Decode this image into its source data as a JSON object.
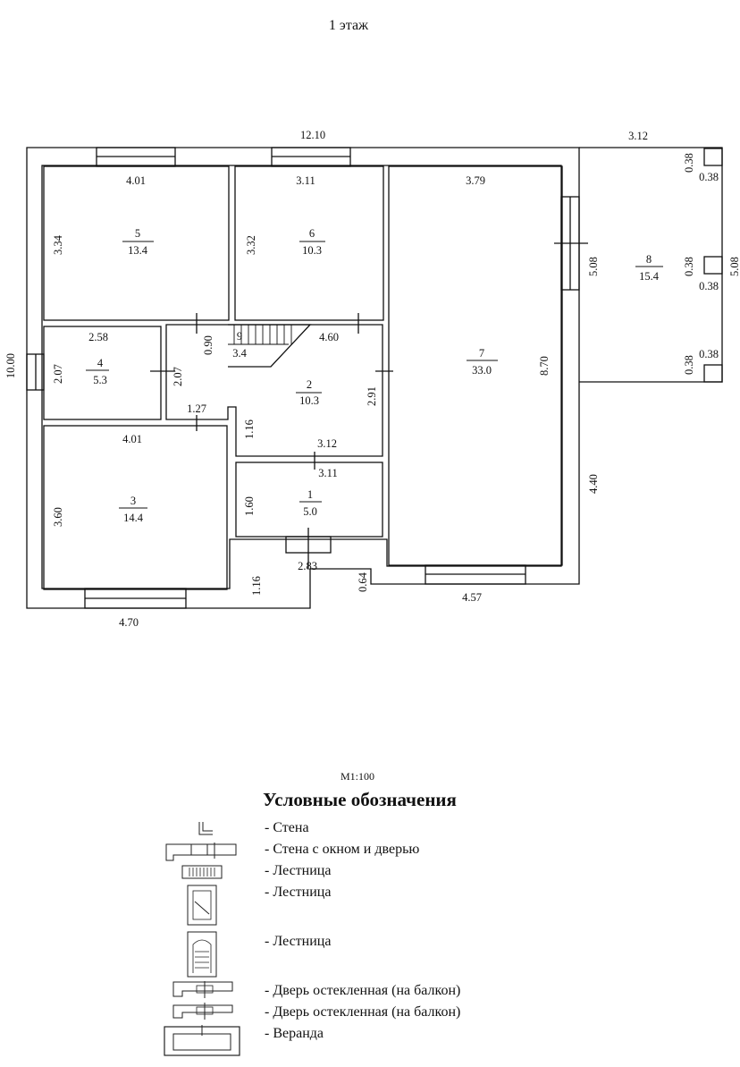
{
  "title": "1 этаж",
  "scale": "М1:100",
  "legend": {
    "title": "Условные обозначения",
    "items": [
      {
        "icon": "wall-icon",
        "label": "- Стена"
      },
      {
        "icon": "wall-window-door-icon",
        "label": "- Стена с окном и дверью"
      },
      {
        "icon": "stair-icon",
        "label": "- Лестница"
      },
      {
        "icon": "stair-icon",
        "label": "- Лестница"
      },
      {
        "icon": "stair-icon",
        "label": "- Лестница"
      },
      {
        "icon": "glazed-door-icon",
        "label": "- Дверь остекленная (на балкон)"
      },
      {
        "icon": "glazed-door-icon",
        "label": "- Дверь остекленная (на балкон)"
      },
      {
        "icon": "veranda-icon",
        "label": "- Веранда"
      }
    ]
  },
  "rooms": [
    {
      "number": "1",
      "area": "5.0"
    },
    {
      "number": "2",
      "area": "10.3"
    },
    {
      "number": "3",
      "area": "14.4"
    },
    {
      "number": "4",
      "area": "5.3"
    },
    {
      "number": "5",
      "area": "13.4"
    },
    {
      "number": "6",
      "area": "10.3"
    },
    {
      "number": "7",
      "area": "33.0"
    },
    {
      "number": "8",
      "area": "15.4"
    },
    {
      "number": "9",
      "area": "3.4"
    }
  ],
  "dimensions": {
    "overall_width": "12.10",
    "veranda_width": "3.12",
    "overall_height": "10.00",
    "room5_width": "4.01",
    "room5_height": "3.34",
    "room6_width": "3.11",
    "room6_height": "3.32",
    "room7_width": "3.79",
    "room7_height": "8.70",
    "room7_window_h": "5.08",
    "veranda_height": "5.08",
    "post_a": "0.38",
    "post_b": "0.38",
    "room4_width": "2.58",
    "room4_height": "2.07",
    "room4_height_r": "2.07",
    "stair_height": "0.90",
    "hall_width": "4.60",
    "hall_height": "2.91",
    "hall_width_b": "3.12",
    "niche_width": "1.27",
    "niche_height": "1.16",
    "room3_width": "4.01",
    "room3_height": "3.60",
    "room1_width": "3.11",
    "room1_height": "1.60",
    "porch_width": "2.83",
    "porch_depth": "1.16",
    "step_depth": "0.64",
    "room7_bottom": "4.57",
    "outside_right_h": "4.40",
    "bottom_left": "4.70"
  }
}
